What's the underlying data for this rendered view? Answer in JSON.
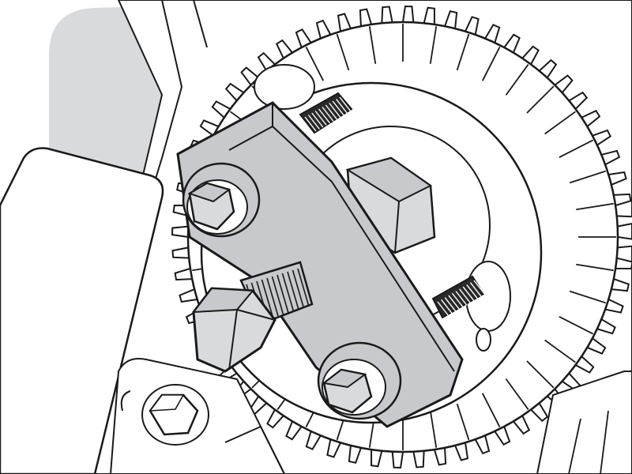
{
  "image_kind": "technical line illustration",
  "colors": {
    "background": "#ffffff",
    "outline": "#1a1a1a",
    "tool_fill": "#c8c9cc",
    "background_panel": "#d9dadc",
    "part_fill": "#ffffff"
  },
  "parts": [
    "timing-sprocket",
    "puller-bar",
    "forcing-screw-hex-bolt",
    "upper-mounting-bolt",
    "lower-mounting-bolt",
    "upper-threaded-stud",
    "lower-threaded-stud",
    "camshaft-center-bolt",
    "engine-casing",
    "cylinder-head-bolt"
  ]
}
